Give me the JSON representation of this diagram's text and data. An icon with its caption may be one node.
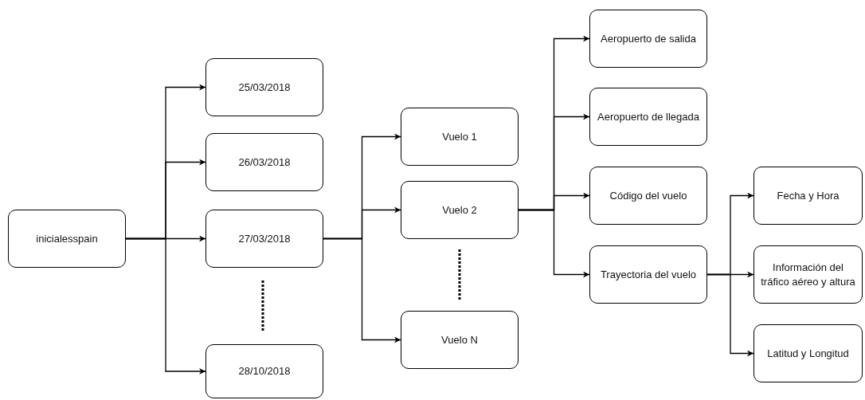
{
  "diagram": {
    "nodes": [
      {
        "text": [
          "inicialesspain"
        ]
      },
      {
        "text": [
          "25/03/2018"
        ]
      },
      {
        "text": [
          "26/03/2018"
        ]
      },
      {
        "text": [
          "27/03/2018"
        ]
      },
      {
        "text": [
          "28/10/2018"
        ]
      },
      {
        "text": [
          "Vuelo 1"
        ]
      },
      {
        "text": [
          "Vuelo 2"
        ]
      },
      {
        "text": [
          "Vuelo N"
        ]
      },
      {
        "text": [
          "Aeropuerto de salida"
        ]
      },
      {
        "text": [
          "Aeropuerto de llegada"
        ]
      },
      {
        "text": [
          "Código del vuelo"
        ]
      },
      {
        "text": [
          "Trayectoria del vuelo"
        ]
      },
      {
        "text": [
          "Fecha y Hora"
        ]
      },
      {
        "text": [
          "Información del tráfico aéreo y altura"
        ]
      },
      {
        "text": [
          "Latitud y Longitud"
        ]
      }
    ],
    "edges": [
      {
        "from": 0,
        "to": 1,
        "arrow": "to"
      },
      {
        "from": 0,
        "to": 2,
        "arrow": "to"
      },
      {
        "from": 0,
        "to": 3,
        "arrow": "to"
      },
      {
        "from": 0,
        "to": 4,
        "arrow": "to"
      },
      {
        "from": 3,
        "to": 5,
        "arrow": "to"
      },
      {
        "from": 3,
        "to": 6,
        "arrow": "to"
      },
      {
        "from": 3,
        "to": 7,
        "arrow": "to"
      },
      {
        "from": 6,
        "to": 8,
        "arrow": "to"
      },
      {
        "from": 6,
        "to": 9,
        "arrow": "to"
      },
      {
        "from": 6,
        "to": 10,
        "arrow": "to"
      },
      {
        "from": 6,
        "to": 11,
        "arrow": "to"
      },
      {
        "from": 11,
        "to": 12,
        "arrow": "to"
      },
      {
        "from": 11,
        "to": 13,
        "arrow": "to"
      },
      {
        "from": 11,
        "to": 14,
        "arrow": "to"
      }
    ]
  }
}
